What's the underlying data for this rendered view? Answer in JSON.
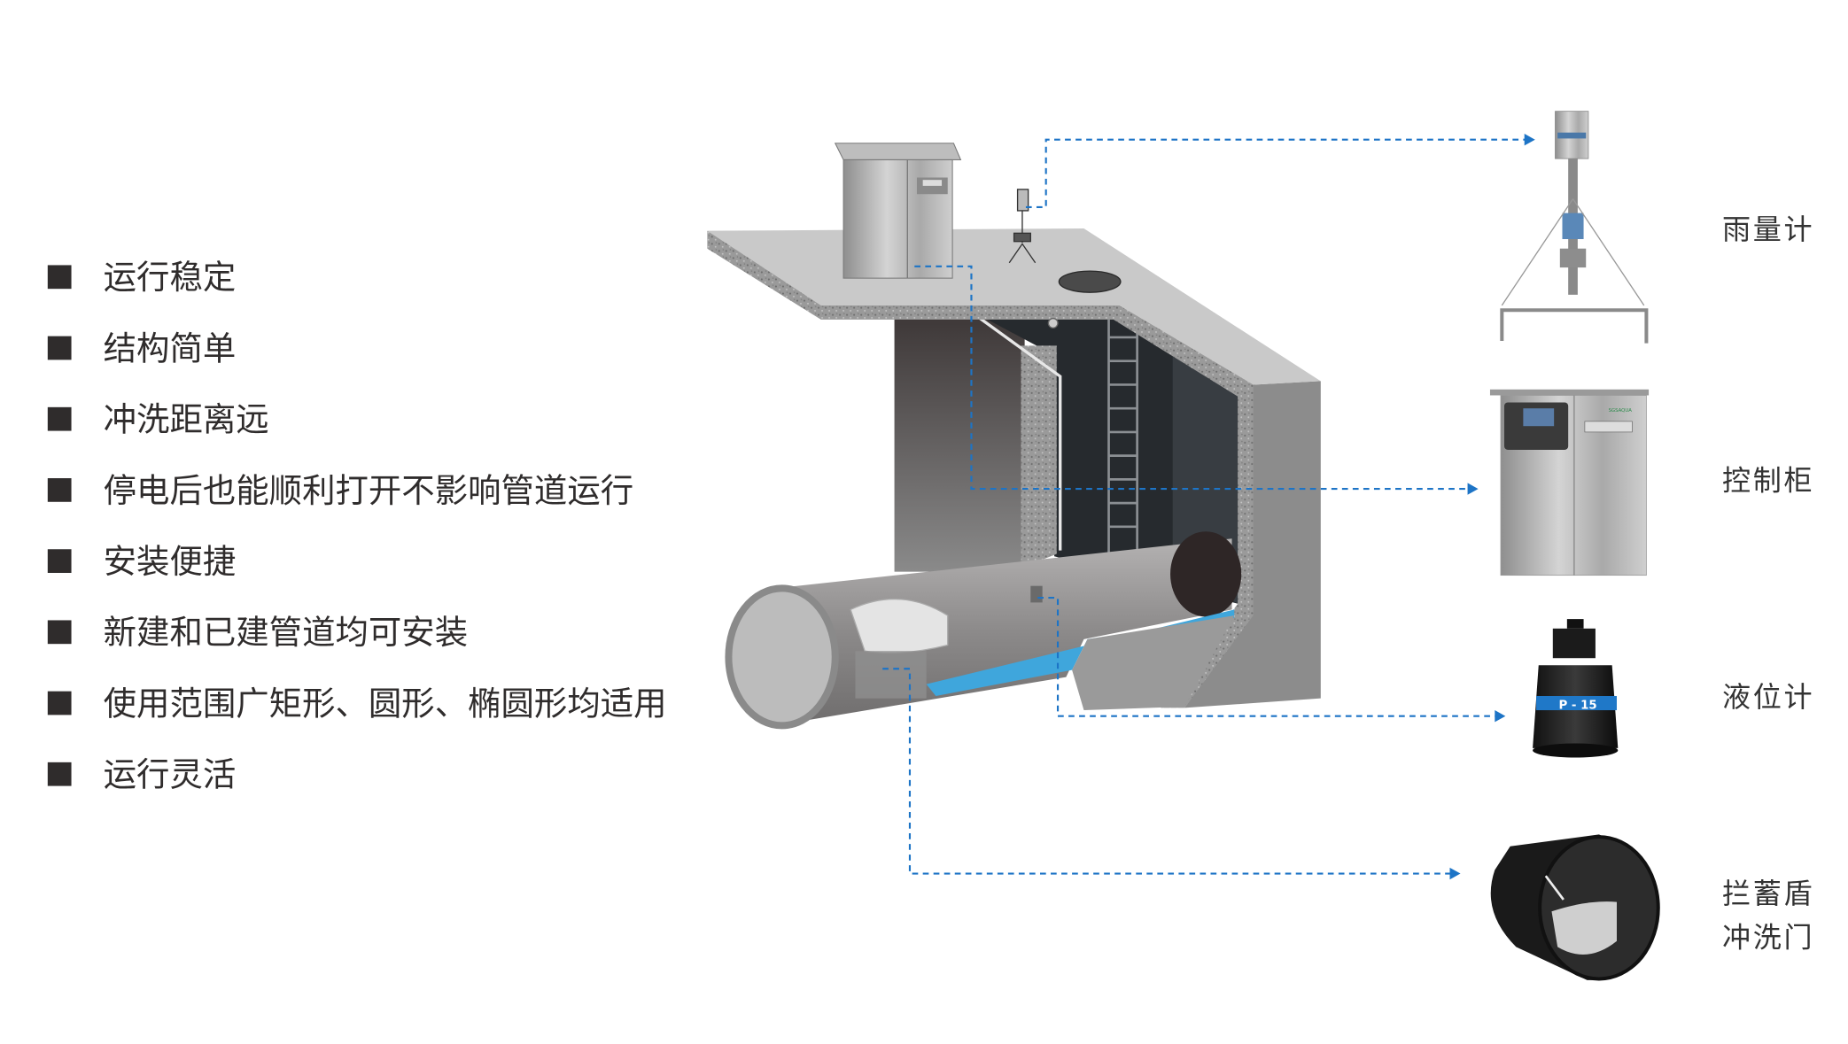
{
  "features": [
    "运行稳定",
    "结构简单",
    "冲洗距离远",
    "停电后也能顺利打开不影响管道运行",
    "安装便捷",
    "新建和已建管道均可安装",
    "使用范围广矩形、圆形、椭圆形均适用",
    "运行灵活"
  ],
  "components": {
    "rain_gauge": "雨量计",
    "control_cabinet": "控制柜",
    "level_meter": "液位计",
    "gate_line1": "拦蓄盾",
    "gate_line2": "冲洗门"
  },
  "product_text": {
    "cabinet_brand": "SGSAQUA",
    "sensor_model": "P - 15"
  },
  "colors": {
    "accent_line": "#1d74c6",
    "bullet": "#2f2c2c",
    "water": "#3fa6dc"
  }
}
